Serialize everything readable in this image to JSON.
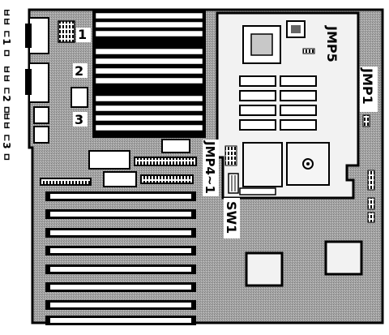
{
  "labels": {
    "jmp5": "JMP5",
    "jmp1": "JMP1",
    "jmp4_1": "JMP4~1",
    "sw1": "SW1",
    "slot_1": "1",
    "slot_2": "2",
    "slot_3": "3"
  },
  "side_captions": [
    {
      "id": "1",
      "text": "ㅂㅂ ㄷ1 ㅁ"
    },
    {
      "id": "2",
      "text": "ㅂㅂ ㄷ2 ㅁ"
    },
    {
      "id": "3",
      "text": "ㅂㅂ ㄷ3 ㅁ"
    }
  ],
  "colors": {
    "board": "#a4a4a4",
    "outline": "#000000",
    "card": "#f2f2f2",
    "slot": "#ffffff"
  }
}
